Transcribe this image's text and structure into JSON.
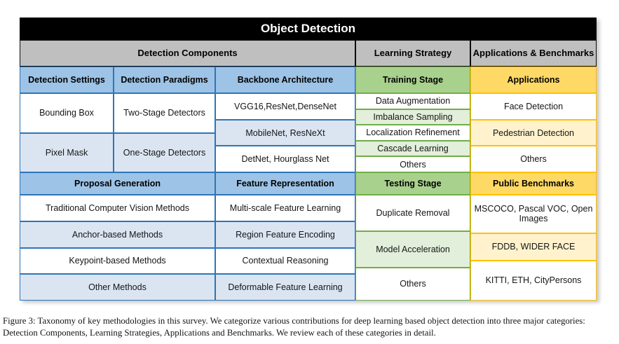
{
  "title": "Object Detection",
  "group_headers": {
    "detection_components": "Detection Components",
    "learning_strategy": "Learning Strategy",
    "applications_benchmarks": "Applications & Benchmarks"
  },
  "detection_components": {
    "settings": {
      "header": "Detection Settings",
      "items": [
        "Bounding Box",
        "Pixel Mask"
      ]
    },
    "paradigms": {
      "header": "Detection Paradigms",
      "items": [
        "Two-Stage Detectors",
        "One-Stage Detectors"
      ]
    },
    "backbone": {
      "header": "Backbone Architecture",
      "items": [
        "VGG16,ResNet,DenseNet",
        "MobileNet, ResNeXt",
        "DetNet, Hourglass Net"
      ]
    },
    "proposal_generation": {
      "header": "Proposal Generation",
      "items": [
        "Traditional Computer Vision Methods",
        "Anchor-based Methods",
        "Keypoint-based Methods",
        "Other Methods"
      ]
    },
    "feature_representation": {
      "header": "Feature Representation",
      "items": [
        "Multi-scale Feature Learning",
        "Region Feature Encoding",
        "Contextual Reasoning",
        "Deformable Feature Learning"
      ]
    }
  },
  "learning_strategy": {
    "training": {
      "header": "Training Stage",
      "items": [
        "Data Augmentation",
        "Imbalance Sampling",
        "Localization Refinement",
        "Cascade Learning",
        "Others"
      ]
    },
    "testing": {
      "header": "Testing Stage",
      "items": [
        "Duplicate Removal",
        "Model Acceleration",
        "Others"
      ]
    }
  },
  "applications_benchmarks": {
    "applications": {
      "header": "Applications",
      "items": [
        "Face Detection",
        "Pedestrian Detection",
        "Others"
      ]
    },
    "benchmarks": {
      "header": "Public Benchmarks",
      "items": [
        "MSCOCO, Pascal VOC, Open Images",
        "FDDB, WIDER FACE",
        "KITTI, ETH, CityPersons"
      ]
    }
  },
  "colors": {
    "title_bg": "#000000",
    "group_header_bg": "#bfbfbf",
    "blue_header": "#9dc3e6",
    "blue_light": "#dbe5f2",
    "blue_border": "#2e75b6",
    "green_header": "#a9d18e",
    "green_light": "#e2efda",
    "green_border": "#70ad47",
    "yellow_header": "#ffd966",
    "yellow_light": "#fff2cc",
    "yellow_border": "#ffc000"
  },
  "caption": {
    "line1": "Figure 3: Taxonomy of key methodologies in this survey. We categorize various contributions for deep learning based object detection into three major categories:",
    "line2": "Detection Components, Learning Strategies, Applications and Benchmarks. We review each of these categories in detail."
  }
}
